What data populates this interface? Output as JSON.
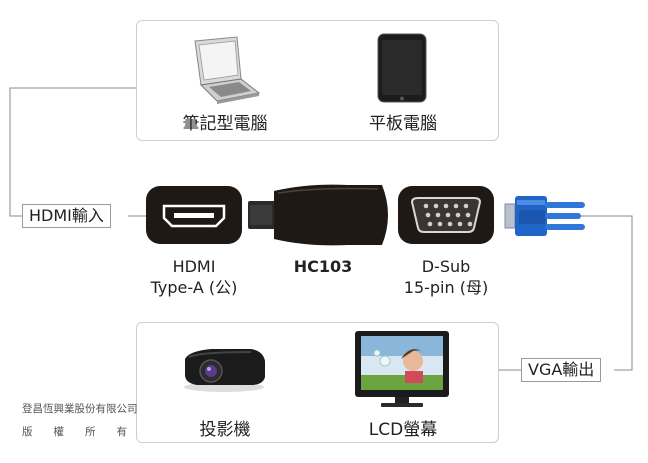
{
  "top_devices": {
    "laptop_label": "筆記型電腦",
    "tablet_label": "平板電腦"
  },
  "bottom_devices": {
    "projector_label": "投影機",
    "lcd_label": "LCD螢幕"
  },
  "tags": {
    "hdmi_input": "HDMI輸入",
    "vga_output": "VGA輸出"
  },
  "connectors": {
    "hdmi_line1": "HDMI",
    "hdmi_line2": "Type-A (公)",
    "product": "HC103",
    "dsub_line1": "D-Sub",
    "dsub_line2": "15-pin (母)"
  },
  "copyright": {
    "company": "登昌恆興業股份有限公司",
    "rights": "版　　權　　所　　有"
  }
}
